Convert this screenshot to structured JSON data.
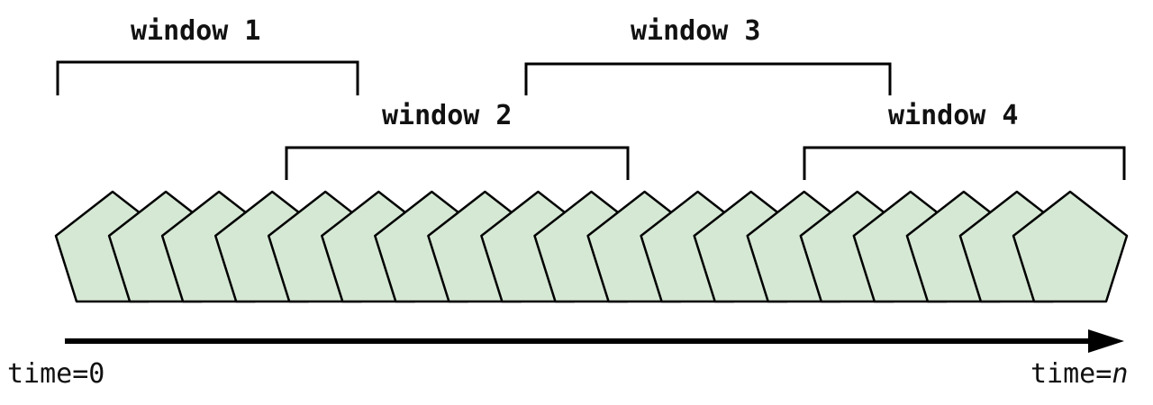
{
  "windows": [
    {
      "label": "window 1"
    },
    {
      "label": "window 2"
    },
    {
      "label": "window 3"
    },
    {
      "label": "window 4"
    }
  ],
  "time_axis": {
    "start_label": "time=0",
    "end_label_prefix": "time=",
    "end_label_var": "n"
  },
  "style": {
    "shape_fill": "#d5e8d4",
    "stroke": "#000000"
  }
}
